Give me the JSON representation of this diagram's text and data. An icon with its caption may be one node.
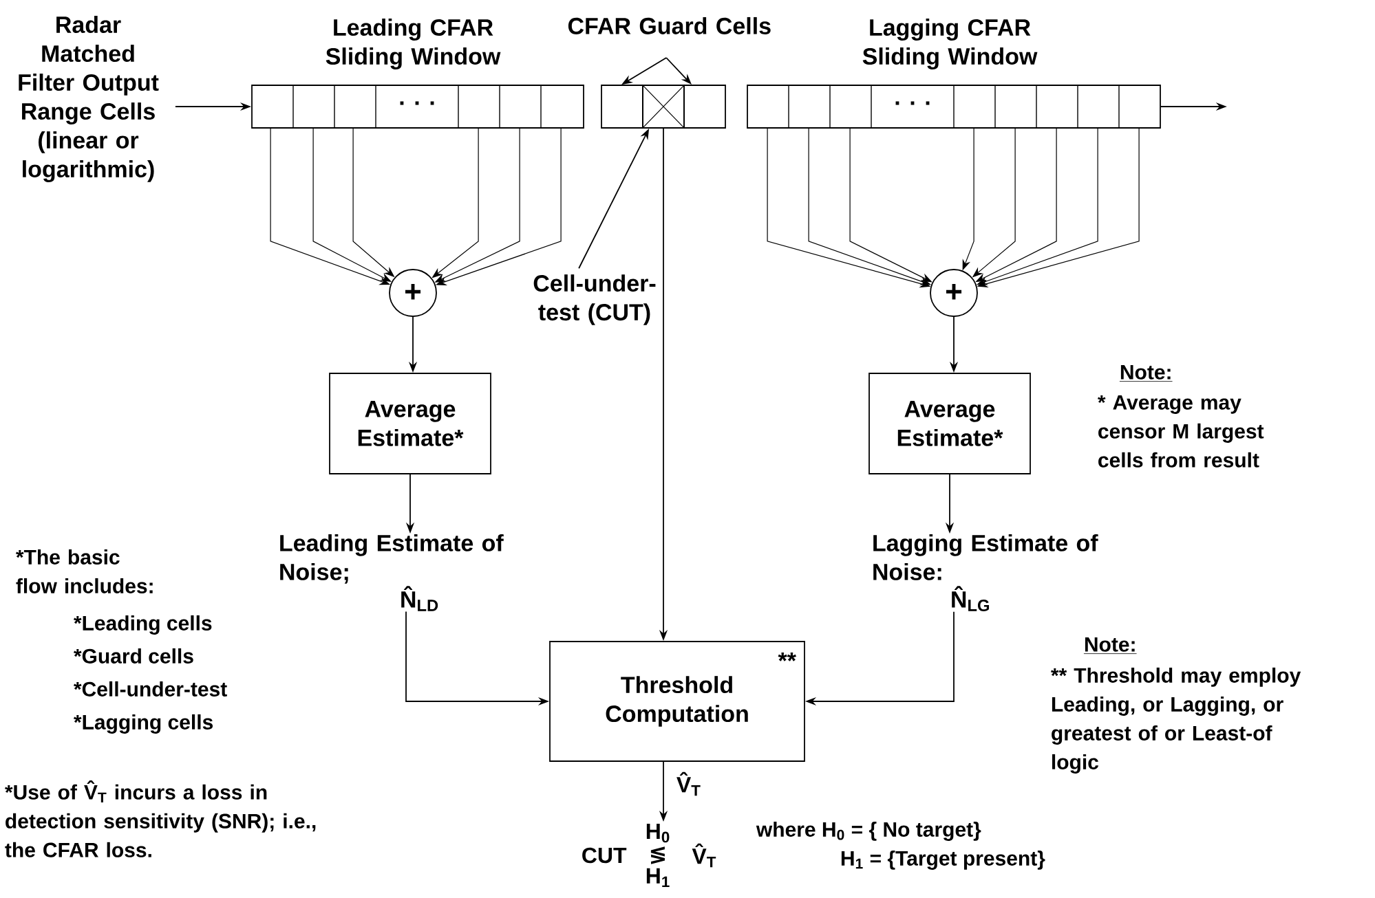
{
  "diagram": {
    "nodes": [
      {
        "text": [
          "Radar Matched Filter Output Range Cells (linear or logarithmic)"
        ]
      },
      {
        "text": [
          "Leading CFAR Sliding Window",
          ". . ."
        ]
      },
      {
        "text": [
          "CFAR Guard Cells"
        ]
      },
      {
        "text": [],
        "shape": "box"
      },
      {
        "text": [],
        "shape": "box"
      },
      {
        "text": [],
        "shape": "box"
      },
      {
        "text": [
          "Cell-under-test (CUT)"
        ]
      },
      {
        "text": [
          "Lagging CFAR Sliding Window",
          ". . ."
        ]
      },
      {
        "text": [
          "+"
        ]
      },
      {
        "text": [
          "+"
        ]
      },
      {
        "text": [
          "Average Estimate*"
        ]
      },
      {
        "text": [
          "Average Estimate*"
        ]
      },
      {
        "text": [
          "Leading Estimate of Noise;",
          "N̂$_{LD}$"
        ]
      },
      {
        "text": [
          "Threshold Computation",
          "**"
        ]
      },
      {
        "text": [
          "Lagging Estimate of Noise:",
          "N̂$_{LG}$"
        ]
      },
      {
        "text": [
          "CUT",
          "H$_{0}$",
          "≶",
          "H$_{1}$",
          "V̂$_{T}$"
        ]
      }
    ],
    "edges": [
      {
        "from": 0,
        "to": 1,
        "arrow": "to"
      },
      {
        "from": 2,
        "to": 3,
        "arrow": "to"
      },
      {
        "from": 2,
        "to": 5,
        "arrow": "to"
      },
      {
        "from": 6,
        "to": 4,
        "arrow": "to"
      },
      {
        "from": 4,
        "to": 13,
        "arrow": "to"
      },
      {
        "from": 1,
        "to": 8,
        "arrow": "to"
      },
      {
        "from": 1,
        "to": 8,
        "arrow": "to"
      },
      {
        "from": 1,
        "to": 8,
        "arrow": "to"
      },
      {
        "from": 1,
        "to": 8,
        "arrow": "to"
      },
      {
        "from": 1,
        "to": 8,
        "arrow": "to"
      },
      {
        "from": 1,
        "to": 8,
        "arrow": "to"
      },
      {
        "from": 7,
        "to": 9,
        "arrow": "to"
      },
      {
        "from": 7,
        "to": 9,
        "arrow": "to"
      },
      {
        "from": 7,
        "to": 9,
        "arrow": "to"
      },
      {
        "from": 7,
        "to": 9,
        "arrow": "to"
      },
      {
        "from": 7,
        "to": 9,
        "arrow": "to"
      },
      {
        "from": 7,
        "to": 9,
        "arrow": "to"
      },
      {
        "from": 7,
        "to": 9,
        "arrow": "to"
      },
      {
        "from": 7,
        "to": 9,
        "arrow": "to"
      },
      {
        "from": 8,
        "to": 10,
        "arrow": "to"
      },
      {
        "from": 9,
        "to": 11,
        "arrow": "to"
      },
      {
        "from": 10,
        "to": 12,
        "arrow": "to"
      },
      {
        "from": 11,
        "to": 14,
        "arrow": "to"
      },
      {
        "from": 12,
        "to": 13,
        "arrow": "to"
      },
      {
        "from": 14,
        "to": 13,
        "arrow": "to"
      },
      {
        "from": 13,
        "to": 15,
        "arrow": "to",
        "label": "V̂$_{T}$"
      },
      {
        "from": 7,
        "to": null,
        "arrow": "to"
      }
    ],
    "labels": [
      "*The basic flow includes:",
      "*Leading cells",
      "*Guard cells",
      "*Cell-under-test",
      "*Lagging cells",
      "*Use of V̂$_{T}$ incurs a loss in detection sensitivity (SNR); i.e., the CFAR loss.",
      "Note:",
      "* Average may censor M largest cells from result",
      "Note:",
      "** Threshold may employ Leading, or Lagging, or greatest of or Least-of logic",
      "where H$_{0}$ = { No target}",
      "H$_{1}$ = {Target present}"
    ]
  }
}
